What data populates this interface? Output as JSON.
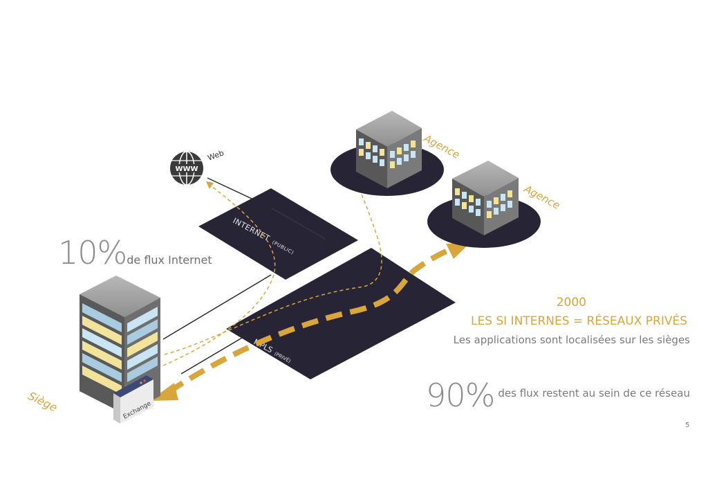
{
  "labels": {
    "web": "Web",
    "www": "WWW",
    "agence_1": "Agence",
    "agence_2": "Agence",
    "siege": "Siège",
    "internet_plane": "INTERNET (PUBLIC)",
    "internet_main": "INTERNET",
    "internet_sub": "(PUBLIC)",
    "mpls_main": "MPLS",
    "mpls_sub": "(PRIVÉ)",
    "exchange": "Exchange"
  },
  "stats": {
    "internet_percent": "10%",
    "internet_text": "de flux Internet",
    "network_percent": "90%",
    "network_text": "des flux restent au sein de ce réseau"
  },
  "info": {
    "year": "2000",
    "headline": "LES SI INTERNES = RÉSEAUX PRIVÉS",
    "subline": "Les applications sont localisées sur les sièges"
  },
  "page_number": "5",
  "colors": {
    "accent_gold": "#d9a63c",
    "dark_navy": "#272435",
    "grey_text": "#7a7a7a"
  }
}
